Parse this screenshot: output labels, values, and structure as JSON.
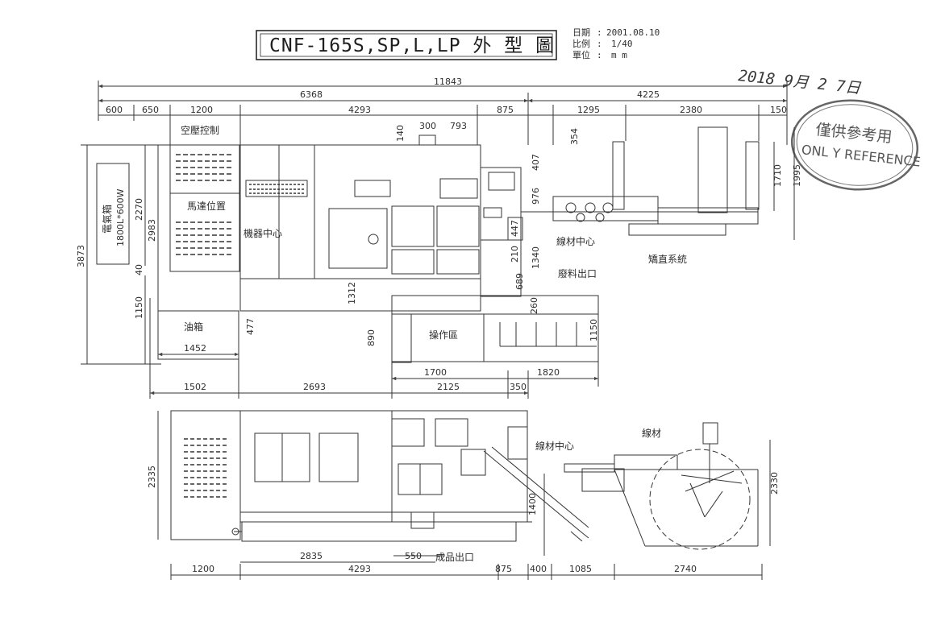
{
  "title": "CNF-165S,SP,L,LP 外 型 圖",
  "meta": {
    "date_label": "日期",
    "date_value": "2001.08.10",
    "scale_label": "比例",
    "scale_value": "1/40",
    "unit_label": "單位",
    "unit_value": "m m"
  },
  "stamp": {
    "date": "2018 9月 2 7日",
    "line1": "僅供參考用",
    "line2": "ONL Y REFERENCE"
  },
  "labels": {
    "air_control": "空壓控制",
    "motor_position": "馬達位置",
    "electric_box_1": "電氣箱",
    "electric_box_2": "1800L*600W",
    "machine_center": "機器中心",
    "wire_center_top": "線材中心",
    "straightener": "矯直系統",
    "scrap_exit": "廢料出口",
    "oil_tank": "油箱",
    "operation_area": "操作區",
    "wire_center_side": "線材中心",
    "wire": "線材",
    "product_exit": "成品出口"
  },
  "dimensions": {
    "top": {
      "overall": "11843",
      "d6368": "6368",
      "d4225": "4225",
      "d600": "600",
      "d650": "650",
      "d1200": "1200",
      "d4293": "4293",
      "d875": "875",
      "d1295": "1295",
      "d2380": "2380",
      "d150": "150",
      "d140": "140",
      "d300": "300",
      "d793": "793",
      "d354": "354",
      "d407": "407",
      "d976": "976",
      "d1710": "1710",
      "d1995": "1995",
      "d3873": "3873",
      "d2270": "2270",
      "d2983": "2983",
      "d40": "40",
      "d1150l": "1150",
      "d1312": "1312",
      "d447": "447",
      "d1340": "1340",
      "d210": "210",
      "d689": "689",
      "d260": "260",
      "d477": "477",
      "d890": "890",
      "d1150r": "1150",
      "d1452": "1452",
      "d1700": "1700",
      "d1820": "1820",
      "d1502": "1502",
      "d2693": "2693",
      "d2125": "2125",
      "d350": "350"
    },
    "side": {
      "d2335": "2335",
      "d2330": "2330",
      "d1400": "1400",
      "d2835": "2835",
      "d550": "550",
      "d1200": "1200",
      "d4293": "4293",
      "d875": "875",
      "d400": "400",
      "d1085": "1085",
      "d2740": "2740"
    }
  },
  "icons": [
    "stamp-seal-icon",
    "coil-reel-icon",
    "conveyor-chute-icon"
  ]
}
